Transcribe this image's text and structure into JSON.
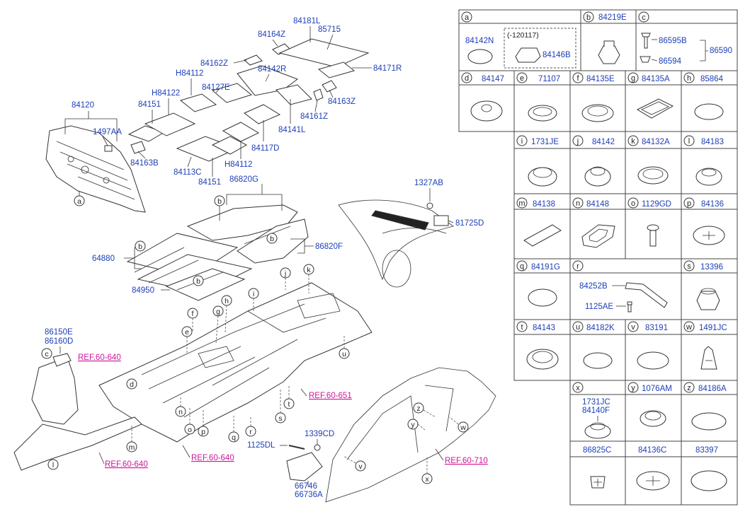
{
  "main_labels": {
    "p84120": "84120",
    "p1497AA": "1497AA",
    "p84151a": "84151",
    "pH84122": "H84122",
    "pH84112a": "H84112",
    "p84127E": "84127E",
    "p84162Z": "84162Z",
    "p84164Z": "84164Z",
    "p84181L": "84181L",
    "p85715": "85715",
    "p84142R": "84142R",
    "p84171R": "84171R",
    "p84163Z": "84163Z",
    "p84161Z": "84161Z",
    "p84141L": "84141L",
    "p84117D": "84117D",
    "pH84112b": "H84112",
    "p84113C": "84113C",
    "p84151b": "84151",
    "p84163B": "84163B",
    "p86820G": "86820G",
    "p86820F": "86820F",
    "p64880": "64880",
    "p84950": "84950",
    "p1327AB": "1327AB",
    "p81725D": "81725D",
    "p86150E": "86150E",
    "p86160D": "86160D",
    "p1339CD": "1339CD",
    "p1125DL": "1125DL",
    "p66746": "66746",
    "p66736A": "66736A"
  },
  "refs": {
    "r1": "REF.60-640",
    "r2": "REF.60-651",
    "r3": "REF.60-640",
    "r4": "REF.60-640",
    "r5": "REF.60-710"
  },
  "callouts": [
    "a",
    "b",
    "b",
    "b",
    "b",
    "c",
    "d",
    "e",
    "f",
    "g",
    "h",
    "i",
    "j",
    "k",
    "l",
    "m",
    "n",
    "o",
    "p",
    "q",
    "r",
    "s",
    "t",
    "u",
    "v",
    "w",
    "x",
    "y",
    "z"
  ],
  "legend": {
    "a": {
      "letter": "a",
      "parts": [
        "84142N",
        "(-120117)",
        "84146B"
      ]
    },
    "b": {
      "letter": "b",
      "part": "84219E"
    },
    "c": {
      "letter": "c",
      "parts": [
        "86595B",
        "86594",
        "86590"
      ]
    },
    "d": {
      "letter": "d",
      "part": "84147"
    },
    "e": {
      "letter": "e",
      "part": "71107"
    },
    "f": {
      "letter": "f",
      "part": "84135E"
    },
    "g": {
      "letter": "g",
      "part": "84135A"
    },
    "h": {
      "letter": "h",
      "part": "85864"
    },
    "i": {
      "letter": "i",
      "part": "1731JE"
    },
    "j": {
      "letter": "j",
      "part": "84142"
    },
    "k": {
      "letter": "k",
      "part": "84132A"
    },
    "l": {
      "letter": "l",
      "part": "84183"
    },
    "m": {
      "letter": "m",
      "part": "84138"
    },
    "n": {
      "letter": "n",
      "part": "84148"
    },
    "o": {
      "letter": "o",
      "part": "1129GD"
    },
    "p": {
      "letter": "p",
      "part": "84136"
    },
    "q": {
      "letter": "q",
      "part": "84191G"
    },
    "r": {
      "letter": "r",
      "parts": [
        "84252B",
        "1125AE"
      ]
    },
    "s": {
      "letter": "s",
      "part": "13396"
    },
    "t": {
      "letter": "t",
      "part": "84143"
    },
    "u": {
      "letter": "u",
      "part": "84182K"
    },
    "v": {
      "letter": "v",
      "part": "83191"
    },
    "w": {
      "letter": "w",
      "part": "1491JC"
    },
    "x": {
      "letter": "x",
      "parts": [
        "1731JC",
        "84140F"
      ]
    },
    "y": {
      "letter": "y",
      "part": "1076AM"
    },
    "z": {
      "letter": "z",
      "part": "84186A"
    },
    "extra1": "86825C",
    "extra2": "84136C",
    "extra3": "83397"
  },
  "colors": {
    "label": "#1d3fb8",
    "ref": "#d1159a",
    "line": "#333333"
  }
}
